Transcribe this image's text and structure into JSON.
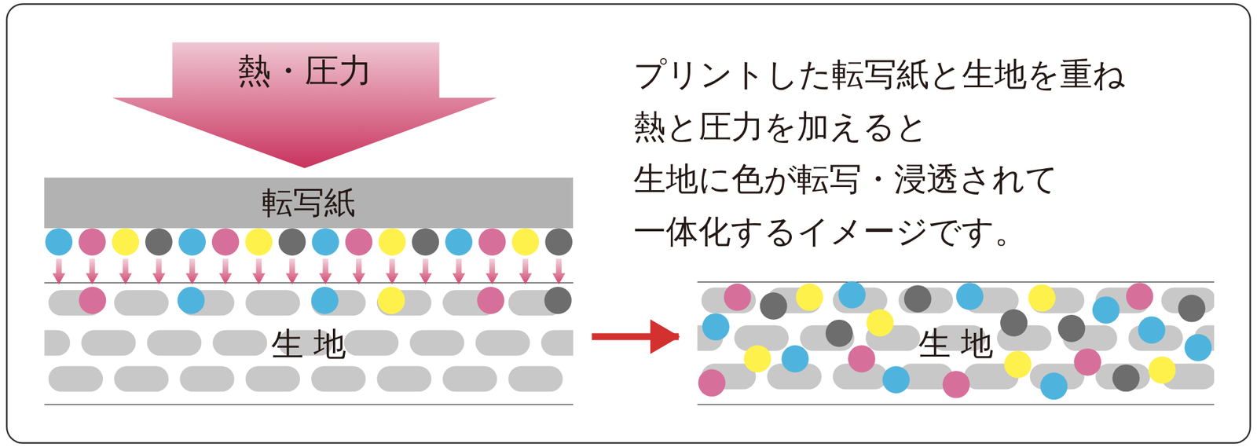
{
  "diagram": {
    "nodes": [
      {
        "text": [
          "熱・圧力"
        ]
      },
      {
        "text": [
          "転写紙"
        ]
      },
      {
        "text": [
          "生 地"
        ]
      },
      {
        "text": [
          "生 地"
        ]
      }
    ],
    "edges": [
      {
        "from": 2,
        "to": 3,
        "arrow": "to"
      }
    ],
    "labels": [
      "プリントした転写紙と生地を重ね 熱と圧力を加えると 生地に色が転写・浸透されて 一体化するイメージです。"
    ]
  }
}
